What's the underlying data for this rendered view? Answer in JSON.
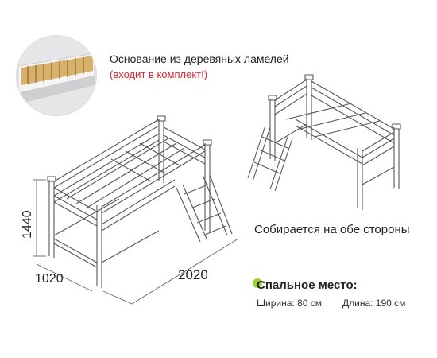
{
  "slats": {
    "title": "Основание из деревяных ламелей",
    "note": "(входит в комплект!)"
  },
  "assembly_note": "Собирается на обе стороны",
  "dimensions": {
    "height": "1440",
    "width": "1020",
    "length": "2020"
  },
  "sleeping_area": {
    "title": "Спальное место:",
    "width_text": "Ширина: 80 см",
    "length_text": "Длина: 190 см"
  },
  "colors": {
    "accent_red": "#d8262e",
    "accent_green": "#9dd33a",
    "line": "#555555"
  }
}
